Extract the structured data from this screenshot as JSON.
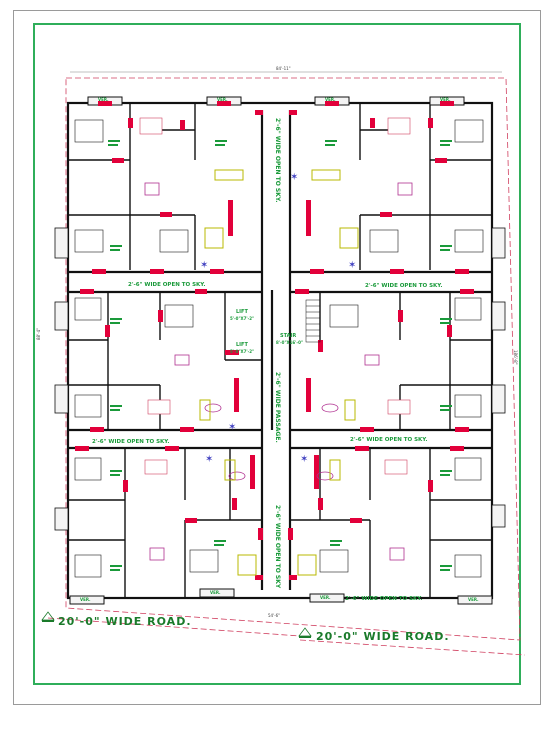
{
  "plan": {
    "overall_width_dim": "84'-11\"",
    "left_height_dim": "88'-4\"",
    "right_height_dim": "186'-8\"",
    "bottom_dim": "54'-6\"",
    "labels": {
      "open_top_center": "2'-6\" WIDE OPEN TO SKY.",
      "open_mid_left": "2'-6\" WIDE OPEN TO SKY.",
      "open_mid_right": "2'-6\" WIDE OPEN TO SKY.",
      "open_low_left": "2'-6\" WIDE OPEN TO SKY.",
      "open_low_right": "2'-6\" WIDE OPEN TO SKY.",
      "open_bottom_right": "2'-6\" WIDE OPEN TO SKY.",
      "open_bottom_center": "2'-6\" WIDE OPEN TO SKY",
      "passage": "2'-6\" WIDE PASSAGE.",
      "lift_1": "LIFT",
      "lift_1_dim": "5'-0\"X7'-2\"",
      "lift_2": "LIFT",
      "lift_2_dim": "5'-0\"X7'-2\"",
      "stair": "STAIR",
      "stair_dim": "8'-0\"X16'-0\""
    },
    "roads": {
      "left": "20'-0\" WIDE ROAD.",
      "right": "20'-0\" WIDE ROAD."
    },
    "verandas": {
      "top_1": "VER.",
      "top_2": "VER.",
      "top_3": "VER.",
      "top_4": "VER.",
      "bot_1": "VER.",
      "bot_2": "VER.",
      "bot_3": "VER.",
      "bot_4": "VER."
    },
    "colors": {
      "wall": "#111111",
      "door": "#e2003a",
      "text": "#1a9a3a",
      "furniture": "#c8c800",
      "dining": "#b03090",
      "frame": "#2fae5a",
      "star": "#4040c0"
    }
  }
}
